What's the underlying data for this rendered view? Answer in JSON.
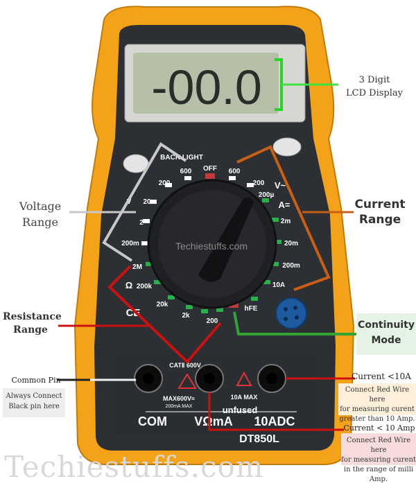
{
  "colors": {
    "case": "#f4a21a",
    "body": "#2c2f33",
    "lcd": "#b6bfa7",
    "green": "#27c427",
    "orange": "#c95f14",
    "red": "#cc1111",
    "gray_line": "#bdbdbd"
  },
  "meter": {
    "lcd_reading": "-00.0",
    "backlight_label": "BACK LIGHT",
    "dial_labels": {
      "off": "OFF",
      "v600_left": "600",
      "v600_right": "600",
      "v200_left": "200",
      "v20": "20",
      "v2": "2",
      "v200m": "200m",
      "r2m": "2M",
      "r200k": "200k",
      "r20k": "20k",
      "r2k": "2k",
      "r200": "200",
      "vac_200": "200",
      "a200u": "200µ",
      "a2m": "2m",
      "a20m": "20m",
      "a200m": "200m",
      "a10": "10A",
      "hfe": "hFE",
      "v_ac": "V~",
      "v_dc": "V",
      "a_dc": "A=",
      "ohm": "Ω",
      "ce": "CE"
    },
    "watermark_center": "Techiestuffs.com",
    "cat": "CATⅡ 600V",
    "max_com": "MAX600V≈",
    "max_ma": "200mA MAX",
    "max_10a": "10A MAX",
    "unfused": "unfused",
    "jack_com": "COM",
    "jack_vohm": "VΩmA",
    "jack_10a": "10ADC",
    "model": "DT850L"
  },
  "annotations": {
    "lcd": {
      "line1": "3 Digit",
      "line2": "LCD Display"
    },
    "voltage": {
      "line1": "Voltage",
      "line2": "Range"
    },
    "current": {
      "line1": "Current",
      "line2": "Range"
    },
    "resistance": {
      "line1": "Resistance",
      "line2": "Range"
    },
    "continuity": {
      "line1": "Continuity",
      "line2": "Mode"
    },
    "common_pin": "Common Pin",
    "common_note": {
      "line1": "Always Connect",
      "line2": "Black pin here"
    },
    "current_10a": "Current <10A",
    "current_10a_note": {
      "line1": "Connect Red Wire here",
      "line2": "for measuring curent",
      "line3": "greater than 10 Amp."
    },
    "current_10amp": "Current < 10 Amp",
    "current_10amp_note": {
      "line1": "Connect Red Wire here",
      "line2": "for measuring curent",
      "line3": "in the range of milli Amp."
    }
  },
  "watermark": "Techiestuffs.com"
}
